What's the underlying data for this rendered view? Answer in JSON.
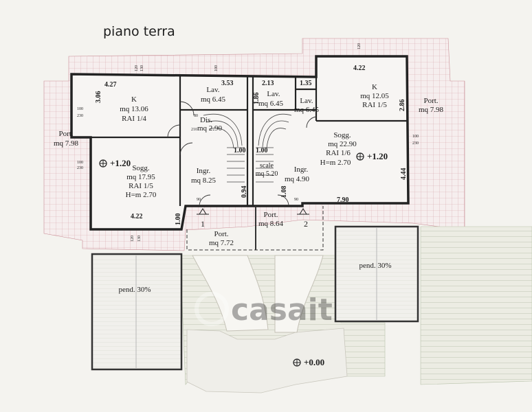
{
  "title": "piano terra",
  "watermark": "casait",
  "rooms": {
    "k_left": {
      "name": "K",
      "area": "mq 13.06",
      "rai": "RAI 1/4"
    },
    "lav_left": {
      "name": "Lav.",
      "area": "mq 6.45"
    },
    "dis": {
      "name": "Dis.",
      "area": "mq 2.90"
    },
    "sogg_left": {
      "name": "Sogg.",
      "area": "mq 17.95",
      "rai": "RAI 1/5",
      "h": "H=m 2.70"
    },
    "ingr_left": {
      "name": "Ingr.",
      "area": "mq 8.25"
    },
    "lav_mid": {
      "name": "Lav.",
      "area": "mq 6.45"
    },
    "lav_right": {
      "name": "Lav.",
      "area": "mq 6.45"
    },
    "k_right": {
      "name": "K",
      "area": "mq 12.05",
      "rai": "RAI 1/5"
    },
    "sogg_right": {
      "name": "Sogg.",
      "area": "mq 22.90",
      "rai": "RAI 1/6",
      "h": "H=m 2.70"
    },
    "ingr_right": {
      "name": "Ingr.",
      "area": "mq 4.90"
    },
    "port_left": {
      "name": "Port.",
      "area": "mq 7.98"
    },
    "port_right": {
      "name": "Port.",
      "area": "mq 7.98"
    },
    "port_front_left": {
      "name": "Port.",
      "area": "mq 7.72"
    },
    "port_front_mid": {
      "name": "Port.",
      "area": "mq 8.64"
    },
    "scale": {
      "name": "scale",
      "area": "mq 5.20"
    }
  },
  "levels": {
    "left": "+1.20",
    "right": "+1.20",
    "ground": "+0.00"
  },
  "ramps": {
    "left": "pend. 30%",
    "right": "pend. 30%"
  },
  "entrances": {
    "one": "1",
    "two": "2"
  },
  "dims": {
    "d_427": "4.27",
    "d_306": "3.06",
    "d_353": "3.53",
    "d_186": "1.86",
    "d_213": "2.13",
    "d_135": "1.35",
    "d_422_top": "4.22",
    "d_286": "2.86",
    "d_100a": "1.00",
    "d_100b": "1.00",
    "d_094": "0.94",
    "d_108": "1.08",
    "d_444": "4.44",
    "d_790": "7.90",
    "d_422_bot": "4.22",
    "d_100_side": "1.00"
  },
  "openings": {
    "w100": "100",
    "w120": "120",
    "w230": "230",
    "w130": "130",
    "w80": "80",
    "w210": "210",
    "w90": "90"
  }
}
